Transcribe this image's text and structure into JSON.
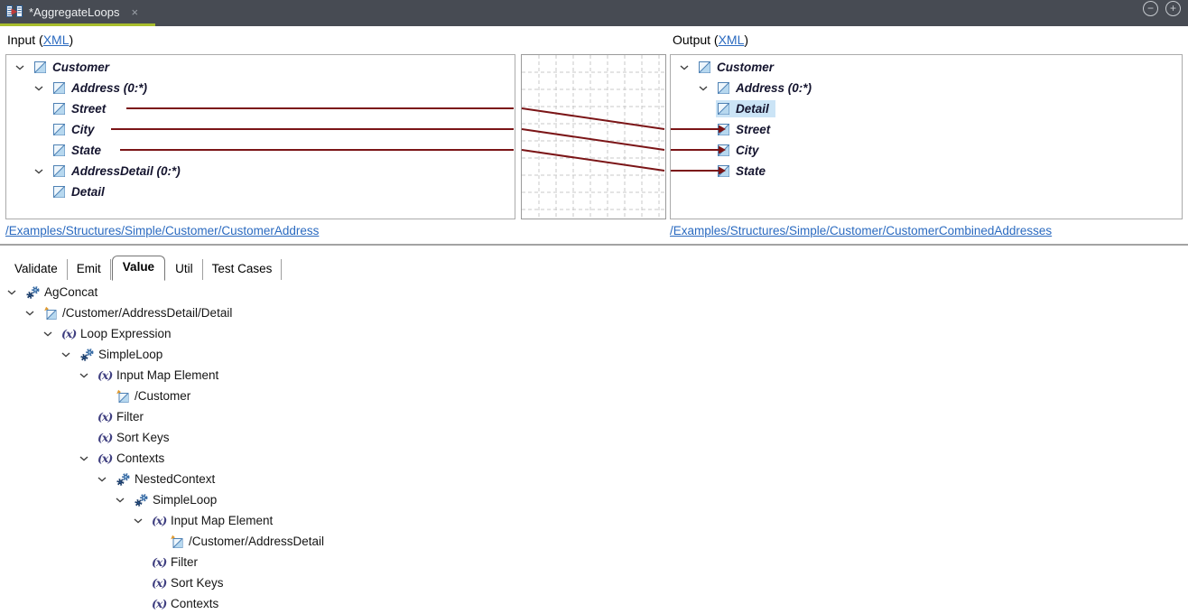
{
  "titlebar": {
    "tab_label": "*AggregateLoops",
    "close_glyph": "×",
    "minimize_glyph": "−",
    "maximize_glyph": "+"
  },
  "mapper": {
    "input_header_prefix": "Input (",
    "input_header_link": "XML",
    "input_header_suffix": ")",
    "output_header_prefix": "Output (",
    "output_header_link": "XML",
    "output_header_suffix": ")",
    "input_tree": [
      {
        "label": "Customer"
      },
      {
        "label": "Address (0:*)"
      },
      {
        "label": "Street"
      },
      {
        "label": "City"
      },
      {
        "label": "State"
      },
      {
        "label": "AddressDetail (0:*)"
      },
      {
        "label": "Detail"
      }
    ],
    "output_tree": [
      {
        "label": "Customer"
      },
      {
        "label": "Address (0:*)"
      },
      {
        "label": "Detail"
      },
      {
        "label": "Street"
      },
      {
        "label": "City"
      },
      {
        "label": "State"
      }
    ],
    "selected_output_node": "Detail",
    "connections": [
      {
        "from": "Street",
        "to": "Street"
      },
      {
        "from": "City",
        "to": "City"
      },
      {
        "from": "State",
        "to": "State"
      }
    ],
    "input_link": "/Examples/Structures/Simple/Customer/CustomerAddress",
    "output_link": "/Examples/Structures/Simple/Customer/CustomerCombinedAddresses"
  },
  "tabs": [
    {
      "label": "Validate"
    },
    {
      "label": "Emit"
    },
    {
      "label": "Value"
    },
    {
      "label": "Util"
    },
    {
      "label": "Test Cases"
    }
  ],
  "active_tab": "Value",
  "value_tree": [
    {
      "label": "AgConcat",
      "icon": "gears"
    },
    {
      "label": "/Customer/AddressDetail/Detail",
      "icon": "map-element"
    },
    {
      "label": "Loop Expression",
      "icon": "expression"
    },
    {
      "label": "SimpleLoop",
      "icon": "gears"
    },
    {
      "label": "Input Map Element",
      "icon": "expression"
    },
    {
      "label": "/Customer",
      "icon": "map-element"
    },
    {
      "label": "Filter",
      "icon": "expression"
    },
    {
      "label": "Sort Keys",
      "icon": "expression"
    },
    {
      "label": "Contexts",
      "icon": "expression"
    },
    {
      "label": "NestedContext",
      "icon": "gears"
    },
    {
      "label": "SimpleLoop",
      "icon": "gears"
    },
    {
      "label": "Input Map Element",
      "icon": "expression"
    },
    {
      "label": "/Customer/AddressDetail",
      "icon": "map-element"
    },
    {
      "label": "Filter",
      "icon": "expression"
    },
    {
      "label": "Sort Keys",
      "icon": "expression"
    },
    {
      "label": "Contexts",
      "icon": "expression"
    }
  ],
  "fx_glyph": "(x)",
  "colors": {
    "titlebar_bg": "#474b53",
    "accent_green": "#a8bd2c",
    "connection_red": "#7b1517",
    "link_blue": "#2a6ac0",
    "selection_blue": "#cbe4f6"
  }
}
